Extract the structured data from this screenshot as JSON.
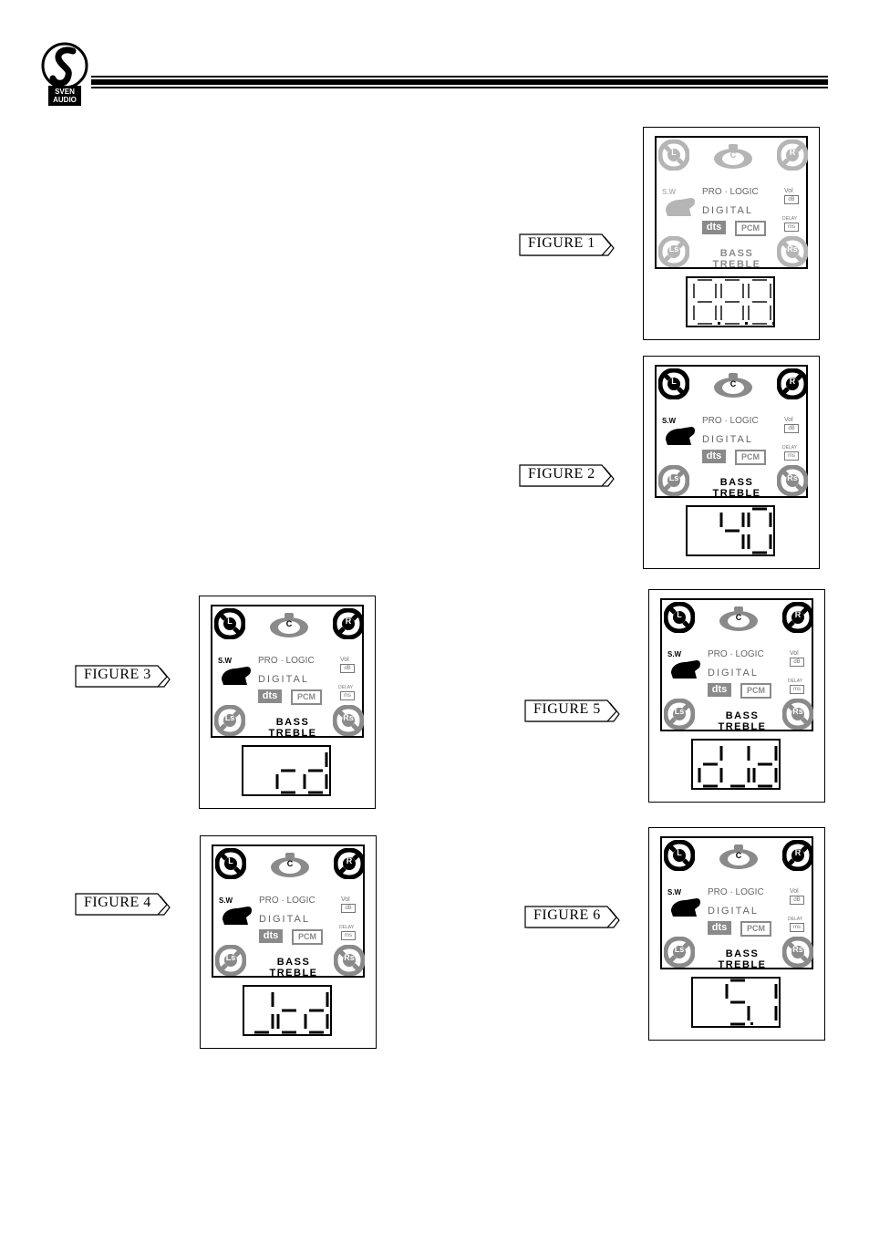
{
  "header": {
    "logo_text_line1": "SVEN",
    "logo_text_line2": "AUDIO"
  },
  "display": {
    "pro_logic": "PRO · LOGIC",
    "digital": "DIGITAL",
    "dts": "dts",
    "pcm": "PCM",
    "vol": "Vol",
    "db": "dB",
    "delay": "DELAY",
    "ms": "ms",
    "bass": "BASS",
    "treble": "TREBLE",
    "sw": "S.W",
    "ch_l": "L",
    "ch_r": "R",
    "ch_c": "C",
    "ch_ls": "Ls",
    "ch_rs": "Rs"
  },
  "figures": [
    {
      "label": "FIGURE 1",
      "readout": "8.8.8.",
      "style": "all-dim"
    },
    {
      "label": "FIGURE 2",
      "readout": "40",
      "style": "dark"
    },
    {
      "label": "FIGURE 3",
      "readout": "cd",
      "style": "dark"
    },
    {
      "label": "FIGURE 4",
      "readout": "Jcd",
      "style": "dark"
    },
    {
      "label": "FIGURE 5",
      "readout": "dJd",
      "style": "dark"
    },
    {
      "label": "FIGURE 6",
      "readout": "5.1",
      "style": "dark"
    }
  ],
  "colors": {
    "ink": "#000000",
    "dim": "#8a8a8a",
    "light": "#b5b5b5"
  }
}
